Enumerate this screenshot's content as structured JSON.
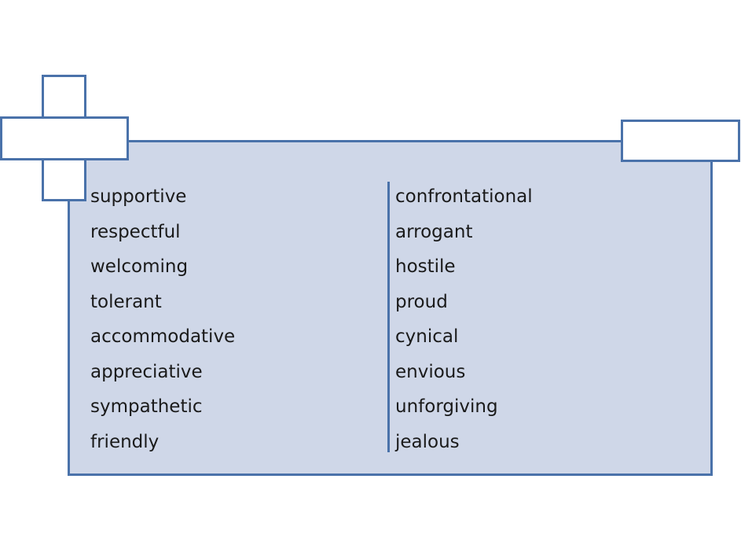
{
  "positive_words": [
    "supportive",
    "respectful",
    "welcoming",
    "tolerant",
    "accommodative",
    "appreciative",
    "sympathetic",
    "friendly"
  ],
  "negative_words": [
    "confrontational",
    "arrogant",
    "hostile",
    "proud",
    "cynical",
    "envious",
    "unforgiving",
    "jealous"
  ],
  "colors": {
    "outline": "#4a72aa",
    "body_fill": "#cfd7e8",
    "terminal_fill": "#ffffff",
    "text": "#1a1a1a"
  }
}
